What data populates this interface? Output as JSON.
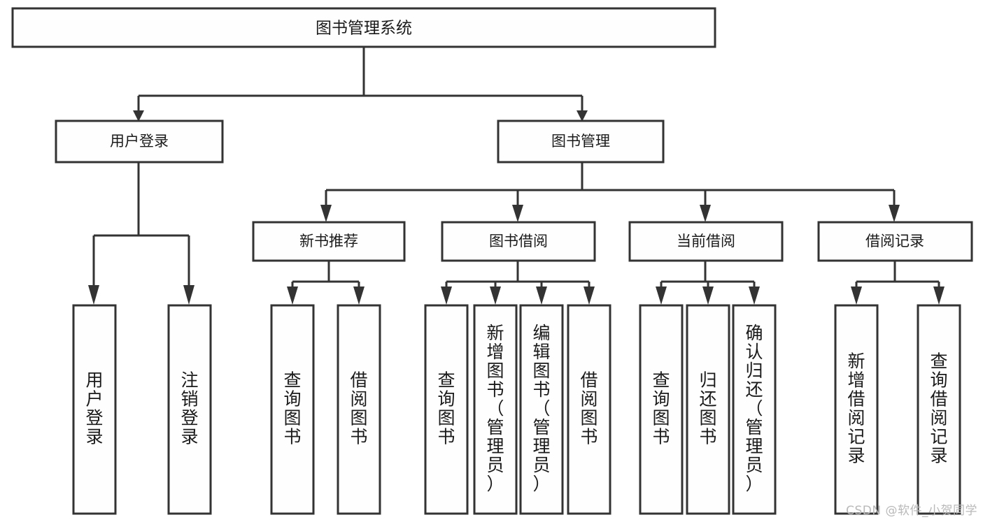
{
  "diagram": {
    "title": "图书管理系统",
    "type": "tree-hierarchy-diagram",
    "watermark": "CSDN @软件_小贺同学",
    "colors": {
      "background": "#ffffff",
      "box_fill": "#fefefe",
      "box_stroke": "#333333",
      "text": "#1a1a1a",
      "watermark": "#b9b9b9"
    },
    "root": {
      "label": "图书管理系统"
    },
    "level1": [
      {
        "label": "用户登录"
      },
      {
        "label": "图书管理"
      }
    ],
    "level2": [
      {
        "label": "新书推荐"
      },
      {
        "label": "图书借阅"
      },
      {
        "label": "当前借阅"
      },
      {
        "label": "借阅记录"
      }
    ],
    "leaves": {
      "user_login": [
        {
          "label": "用户登录"
        },
        {
          "label": "注销登录"
        }
      ],
      "new_book_recommend": [
        {
          "label": "查询图书"
        },
        {
          "label": "借阅图书"
        }
      ],
      "book_borrow": [
        {
          "label": "查询图书"
        },
        {
          "label": "新增图书（管理员）"
        },
        {
          "label": "编辑图书（管理员）"
        },
        {
          "label": "借阅图书"
        }
      ],
      "current_borrow": [
        {
          "label": "查询图书"
        },
        {
          "label": "归还图书"
        },
        {
          "label": "确认归还（管理员）"
        }
      ],
      "borrow_record": [
        {
          "label": "新增借阅记录"
        },
        {
          "label": "查询借阅记录"
        }
      ]
    }
  }
}
